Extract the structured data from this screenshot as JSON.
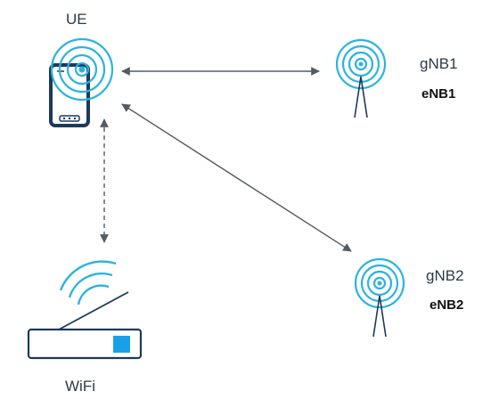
{
  "labels": {
    "ue": "UE",
    "gnb1": "gNB1",
    "enb1": "eNB1",
    "gnb2": "gNB2",
    "enb2": "eNB2",
    "wifi": "WiFi"
  },
  "colors": {
    "signal": "#2ab3e0",
    "device": "#1d3a5a",
    "link": "#555b63",
    "wifi_led": "#1aa0e8"
  },
  "icons": {
    "ue": "mobile-phone-icon",
    "gnb": "cell-tower-icon",
    "wifi": "wifi-router-icon"
  }
}
